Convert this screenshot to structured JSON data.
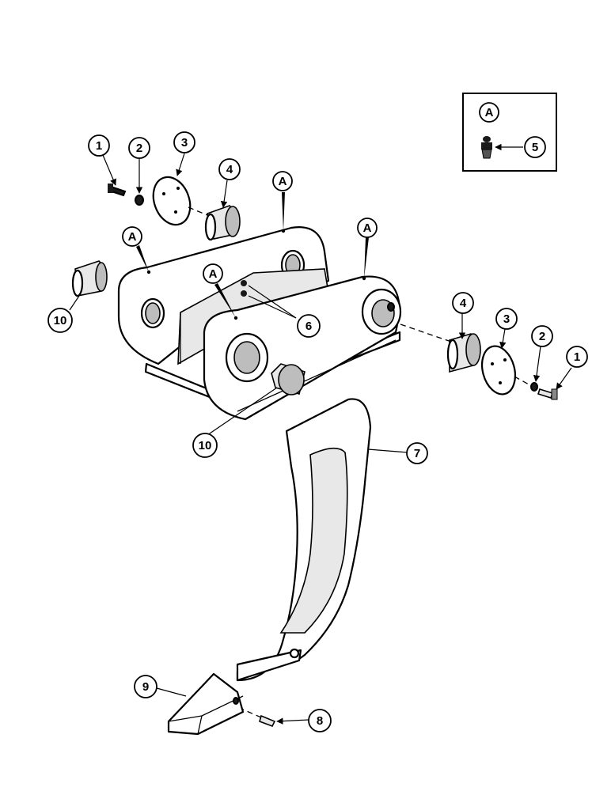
{
  "diagram": {
    "callouts": {
      "c1_left": "1",
      "c2_left": "2",
      "c3_left": "3",
      "c4_left": "4",
      "a_top_mid": "A",
      "a_left": "A",
      "a_center": "A",
      "a_right": "A",
      "c10_left": "10",
      "c6": "6",
      "c4_right": "4",
      "c3_right": "3",
      "c2_right": "2",
      "c1_right": "1",
      "c10_center": "10",
      "c7": "7",
      "c9": "9",
      "c8": "8"
    },
    "inset": {
      "label": "A",
      "callout": "5"
    }
  }
}
